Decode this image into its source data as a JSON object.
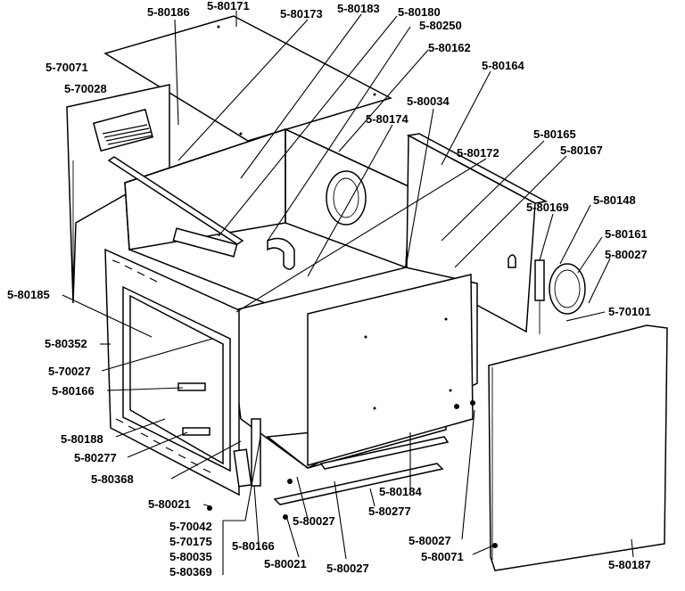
{
  "diagram": {
    "labels": [
      "5-80186",
      "5-80171",
      "5-80173",
      "5-80183",
      "5-80180",
      "5-80250",
      "5-80162",
      "5-70071",
      "5-70028",
      "5-80164",
      "5-80034",
      "5-80174",
      "5-80165",
      "5-80172",
      "5-80167",
      "5-80169",
      "5-80148",
      "5-80161",
      "5-80027",
      "5-70101",
      "5-80185",
      "5-80352",
      "5-70027",
      "5-80166",
      "5-80188",
      "5-80277",
      "5-80368",
      "5-80021",
      "5-70042",
      "5-70175",
      "5-80035",
      "5-80369",
      "5-80166",
      "5-80021",
      "5-80027",
      "5-80027",
      "5-80184",
      "5-80277",
      "5-80027",
      "5-80071",
      "5-80187"
    ]
  }
}
